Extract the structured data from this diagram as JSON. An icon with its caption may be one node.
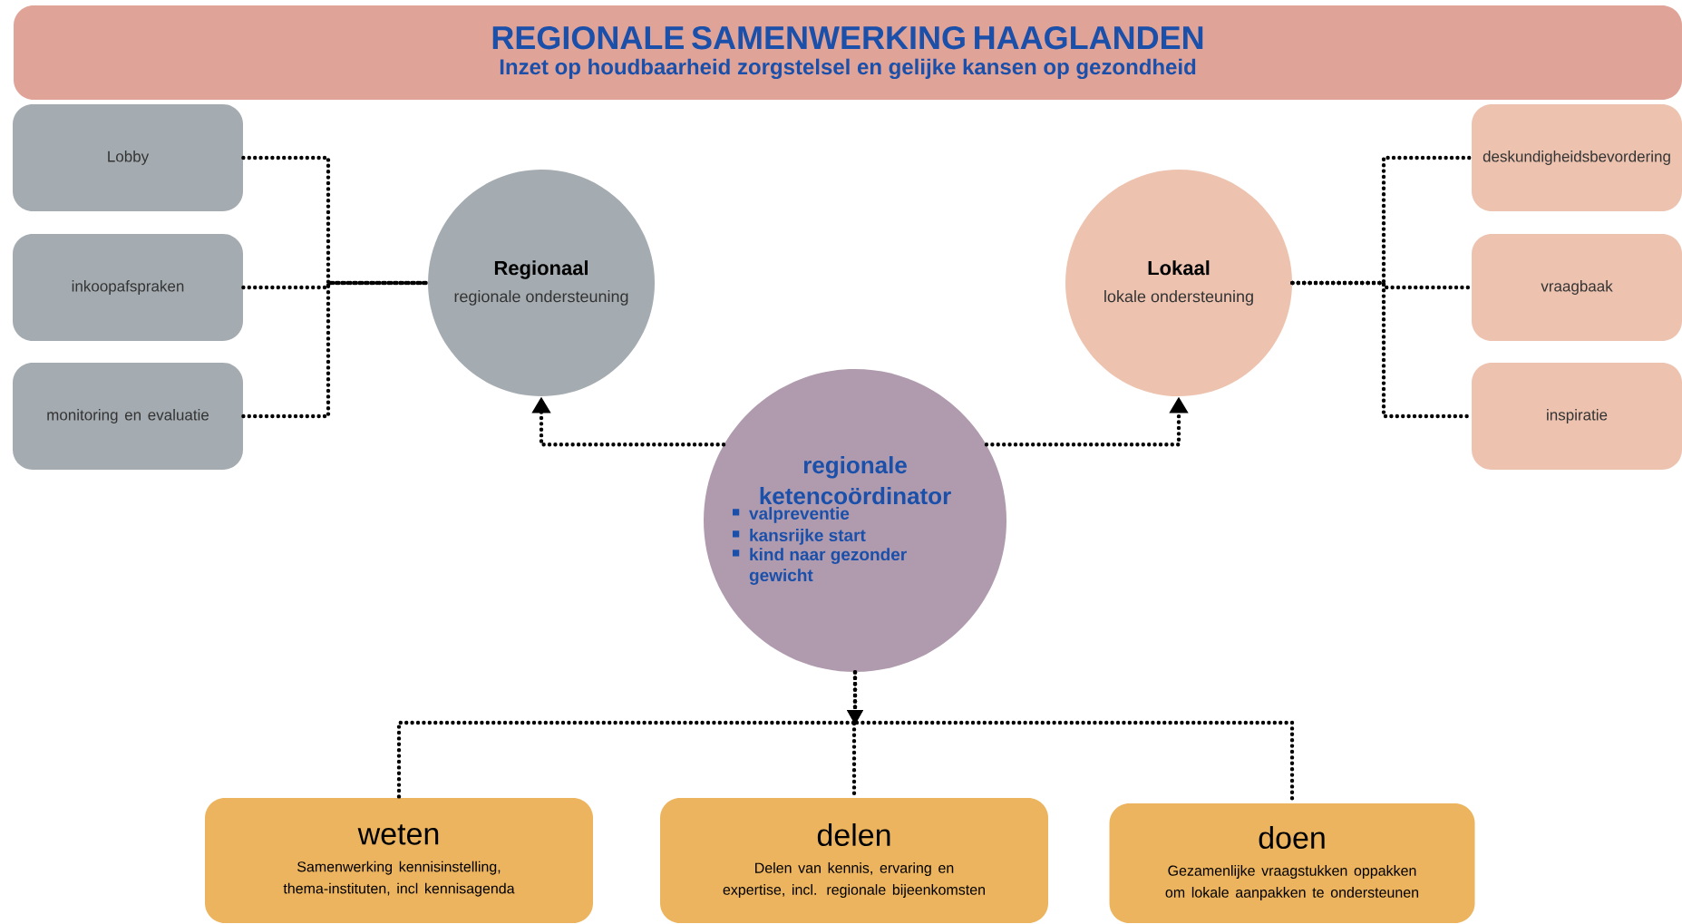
{
  "diagram": {
    "title": "REGIONALE SAMENWERKING HAAGLANDEN",
    "nodes": [
      {
        "text": [
          "Inzet op houdbaarheid zorgstelsel en gelijke kansen op gezondheid"
        ]
      },
      {
        "text": [
          "Lobby"
        ]
      },
      {
        "text": [
          "inkoopafspraken"
        ]
      },
      {
        "text": [
          "monitoring en evaluatie"
        ]
      },
      {
        "text": [
          "Regionaal",
          "regionale ondersteuning"
        ]
      },
      {
        "text": [
          "Lokaal",
          "lokale ondersteuning"
        ]
      },
      {
        "text": [
          "deskundigheidsbevordering"
        ]
      },
      {
        "text": [
          "vraagbaak"
        ]
      },
      {
        "text": [
          "inspiratie"
        ]
      },
      {
        "text": [
          "regionale ketencoördinator",
          "valpreventie",
          "kansrijke start",
          "kind naar gezonder gewicht"
        ]
      },
      {
        "text": [
          "weten",
          "Samenwerking kennisinstelling, thema-instituten, incl kennisagenda"
        ]
      },
      {
        "text": [
          "delen",
          "Delen van kennis, ervaring en expertise, incl. regionale bijeenkomsten"
        ]
      },
      {
        "text": [
          "doen",
          "Gezamenlijke vraagstukken oppakken om lokale aanpakken te ondersteunen"
        ]
      }
    ],
    "edges": [
      {
        "from": 1,
        "to": 4,
        "arrow": "none"
      },
      {
        "from": 2,
        "to": 4,
        "arrow": "none"
      },
      {
        "from": 3,
        "to": 4,
        "arrow": "none"
      },
      {
        "from": 9,
        "to": 4,
        "arrow": "to"
      },
      {
        "from": 9,
        "to": 5,
        "arrow": "to"
      },
      {
        "from": 5,
        "to": 6,
        "arrow": "none"
      },
      {
        "from": 5,
        "to": 7,
        "arrow": "none"
      },
      {
        "from": 5,
        "to": 8,
        "arrow": "none"
      },
      {
        "from": 9,
        "to": 10,
        "arrow": "to"
      },
      {
        "from": 9,
        "to": 11,
        "arrow": "to"
      },
      {
        "from": 9,
        "to": 12,
        "arrow": "to"
      }
    ]
  }
}
